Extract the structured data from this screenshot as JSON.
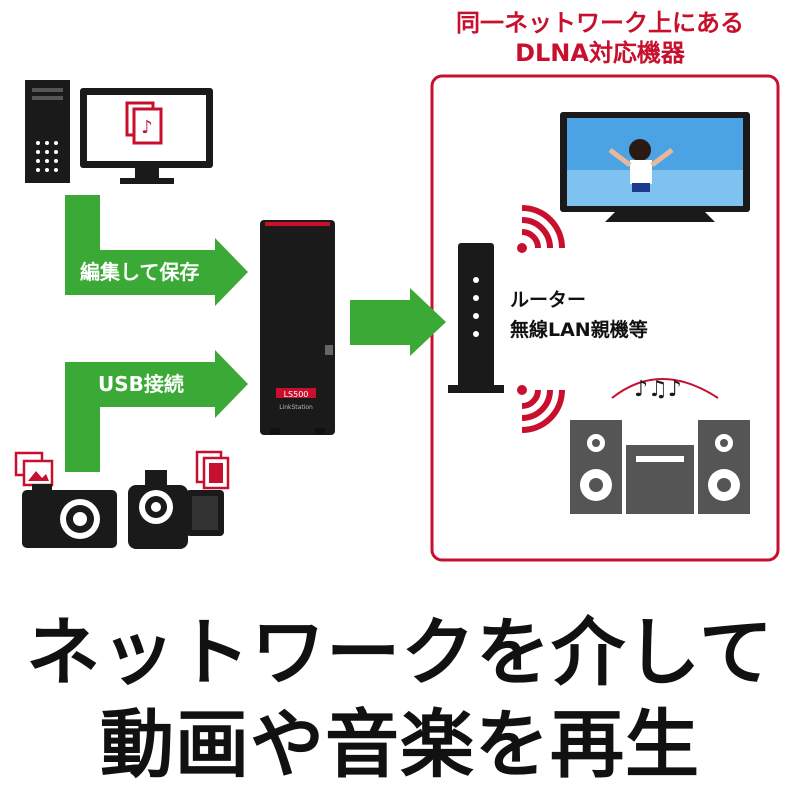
{
  "dlna_box": {
    "title_line1": "同一ネットワーク上にある",
    "title_line2": "DLNA対応機器"
  },
  "arrows": {
    "save_label": "編集して保存",
    "usb_label": "USB接続"
  },
  "router": {
    "line1": "ルーター",
    "line2": "無線LAN親機等"
  },
  "nas": {
    "model_label": "LS500",
    "brand_label": "LinkStation"
  },
  "headline": {
    "line1": "ネットワークを介して",
    "line2": "動画や音楽を再生"
  },
  "colors": {
    "green": "#3ba935",
    "red": "#c8102e",
    "dark": "#1a1a1a",
    "gray": "#555555"
  },
  "icons": [
    "pc-tower-icon",
    "monitor-icon",
    "music-file-icon",
    "nas-device-icon",
    "tv-icon",
    "router-icon",
    "wifi-signal-icon",
    "stereo-icon",
    "music-notes-icon",
    "digital-camera-icon",
    "video-camera-icon",
    "photo-files-icon",
    "film-file-icon"
  ]
}
